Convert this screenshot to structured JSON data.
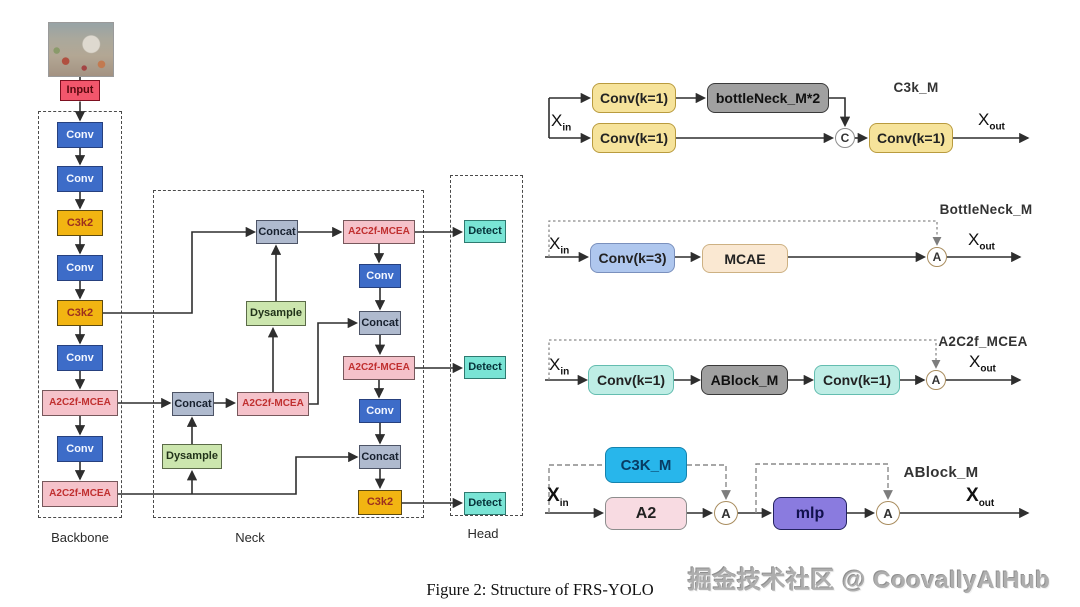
{
  "caption": "Figure 2: Structure of FRS-YOLO",
  "watermark": "掘金技术社区 @ CoovallyAIHub",
  "sections": {
    "backbone": "Backbone",
    "neck": "Neck",
    "head": "Head"
  },
  "labels": {
    "input": "Input",
    "conv": "Conv",
    "c3k2": "C3k2",
    "a2c2f_mcea": "A2C2f-MCEA",
    "concat": "Concat",
    "dysample": "Dysample",
    "detect": "Detect"
  },
  "modules": {
    "c3k_m": {
      "title": "C3k_M",
      "conv1": "Conv(k=1)",
      "bottleneck": "bottleNeck_M*2",
      "conv2": "Conv(k=1)",
      "conv3": "Conv(k=1)",
      "concat_op": "C"
    },
    "bottleneck_m": {
      "title": "BottleNeck_M",
      "conv": "Conv(k=3)",
      "mcae": "MCAE",
      "add_op": "A"
    },
    "a2c2f_mcea": {
      "title": "A2C2f_MCEA",
      "conv1": "Conv(k=1)",
      "ablock": "ABlock_M",
      "conv2": "Conv(k=1)",
      "add_op": "A"
    },
    "ablock_m": {
      "title": "ABlock_M",
      "c3k": "C3K_M",
      "a2": "A2",
      "mlp": "mlp",
      "add1_op": "A",
      "add2_op": "A"
    }
  },
  "io": {
    "x": "X",
    "sub_in": "in",
    "sub_out": "out"
  },
  "colors": {
    "conv_blue": "#3d6cc8",
    "c3k2_amber": "#f2b512",
    "a2c2f_pink": "#f5c2ca",
    "concat_gray": "#afbace",
    "dysample_green": "#cce6ae",
    "detect_teal": "#79e4d5",
    "input_red": "#f2566c",
    "conv_k1_yellow": "#f6e39b",
    "module_gray": "#a0a0a0",
    "conv_k3_blue": "#afc7ee",
    "mcae_peach": "#fae8d2",
    "conv_k1_teal": "#beede5",
    "c3k_cyan": "#28b6eb",
    "a2_pink": "#f8dbe2",
    "mlp_purple": "#8a7bdf"
  }
}
